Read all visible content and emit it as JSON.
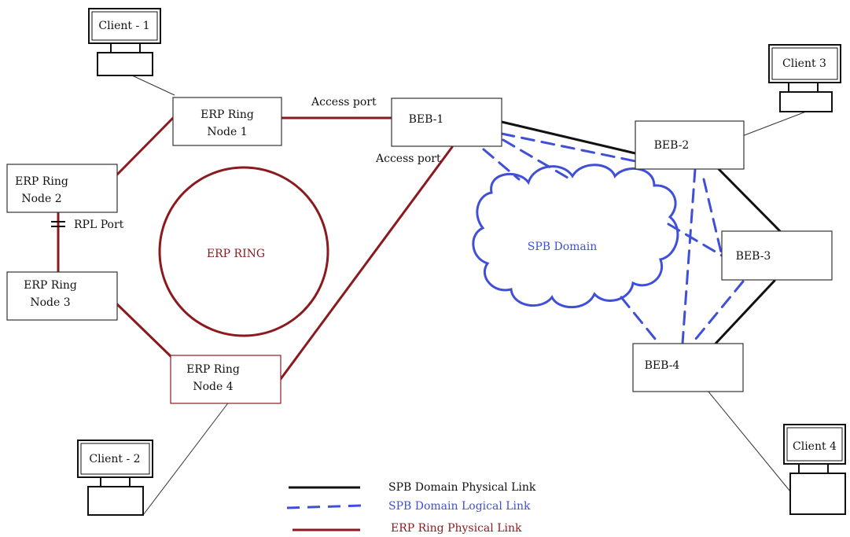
{
  "nodes": {
    "client1": "Client - 1",
    "client2": "Client - 2",
    "client3": "Client 3",
    "client4": "Client 4",
    "erp1": {
      "line1": "ERP Ring",
      "line2": "Node 1"
    },
    "erp2": {
      "line1": "ERP Ring",
      "line2": "Node 2"
    },
    "erp3": {
      "line1": "ERP Ring",
      "line2": "Node 3"
    },
    "erp4": {
      "line1": "ERP Ring",
      "line2": "Node 4"
    },
    "beb1": "BEB-1",
    "beb2": "BEB-2",
    "beb3": "BEB-3",
    "beb4": "BEB-4"
  },
  "labels": {
    "access_port_top": "Access port",
    "access_port_bottom": "Access port",
    "rpl_port": "RPL Port",
    "erp_ring": "ERP RING",
    "spb_domain": "SPB Domain"
  },
  "legend": {
    "physical": "SPB Domain Physical Link",
    "logical": "SPB Domain Logical Link",
    "erp": "ERP Ring Physical Link"
  },
  "colors": {
    "erp_red": "#8b1a1f",
    "spb_blue": "#3f4fd8",
    "physical_black": "#111111"
  }
}
